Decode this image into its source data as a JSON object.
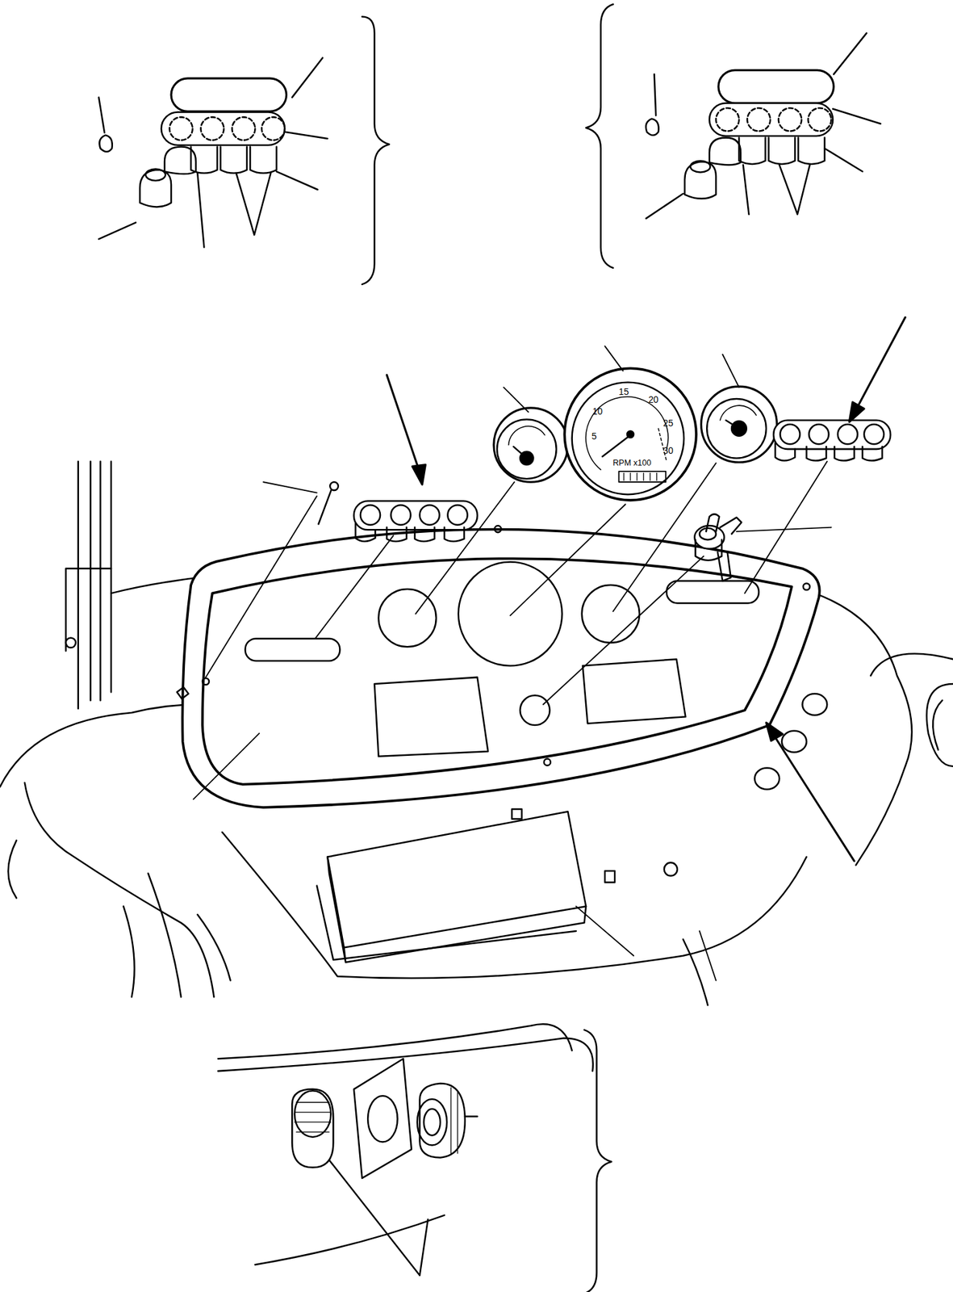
{
  "diagram": {
    "labels": [
      "10",
      "15",
      "20",
      "25",
      "30",
      "5",
      "RPM x100"
    ]
  }
}
